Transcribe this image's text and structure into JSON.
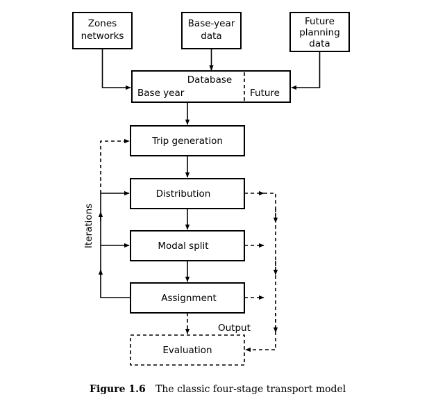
{
  "boxes": {
    "zones": [
      "Zones",
      "networks"
    ],
    "base_year_data": [
      "Base-year",
      "data"
    ],
    "future_planning": [
      "Future",
      "planning",
      "data"
    ],
    "database": {
      "title": "Database",
      "left": "Base year",
      "right": "Future"
    },
    "trip_generation": "Trip generation",
    "distribution": "Distribution",
    "modal_split": "Modal split",
    "assignment": "Assignment",
    "evaluation": "Evaluation"
  },
  "labels": {
    "iterations": "Iterations",
    "output": "Output"
  },
  "caption": {
    "number": "Figure 1.6",
    "text": "The classic four-stage transport model"
  }
}
